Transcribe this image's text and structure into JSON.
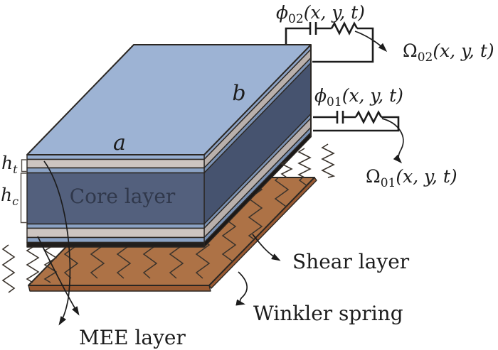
{
  "colors": {
    "top_face": "#9db3d4",
    "topsheet_front": "#97aed0",
    "front_core": "#53607d",
    "mee_gray": "#cdc5c1",
    "thin_blue": "#8ba2c4",
    "black_layer": "#211e1c",
    "side_topsheet": "#8da3c6",
    "side_mee_gray": "#b9b0ac",
    "side_thin_blue": "#7b92b4",
    "side_core": "#46536f",
    "side_black": "#1b1817",
    "brown_top": "#ad7246",
    "brown_edge": "#9a5a32",
    "outline": "#2b2723",
    "spring": "#3a332c",
    "ink": "#1c1c1c"
  },
  "plate": {
    "width_label": "a",
    "depth_label": "b",
    "core_label": "Core layer",
    "top_thickness": {
      "base": "h",
      "sub": "t"
    },
    "core_thickness": {
      "base": "h",
      "sub": "c"
    }
  },
  "circuit_top": {
    "phi": {
      "symbol": "ϕ",
      "sub": "02",
      "args": "(x, y, t)"
    },
    "omega": {
      "symbol": "Ω",
      "sub": "02",
      "args": "(x, y, t)"
    }
  },
  "circuit_bottom": {
    "phi": {
      "symbol": "ϕ",
      "sub": "01",
      "args": "(x, y, t)"
    },
    "omega": {
      "symbol": "Ω",
      "sub": "01",
      "args": "(x, y, t)"
    }
  },
  "foundation": {
    "shear_label": "Shear layer",
    "winkler_label": "Winkler spring"
  },
  "mee_label": "MEE layer"
}
